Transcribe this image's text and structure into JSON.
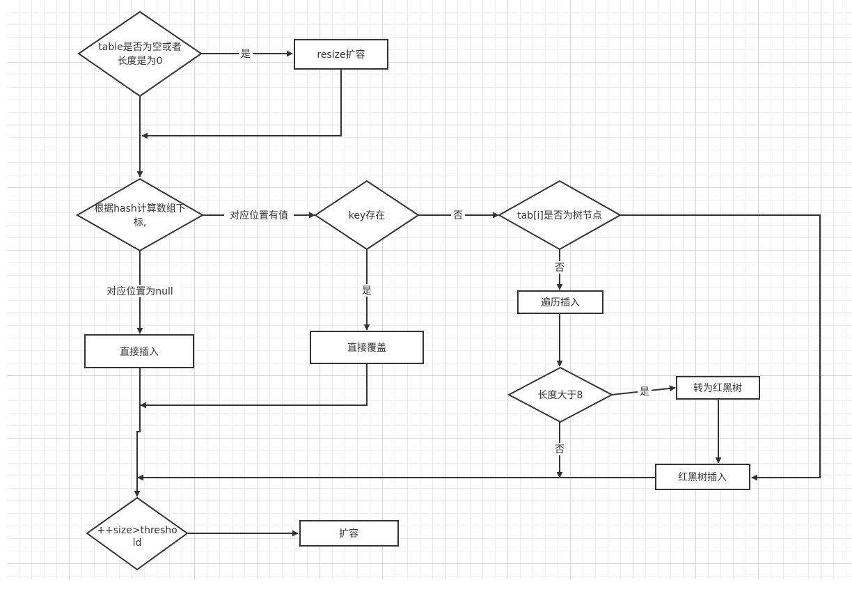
{
  "nodes": {
    "d_table_empty": {
      "lines": [
        "table是否为空或者",
        "长度是为0"
      ]
    },
    "p_resize": {
      "lines": [
        "resize扩容"
      ]
    },
    "d_hash_index": {
      "lines": [
        "根据hash计算数组下",
        "标,"
      ]
    },
    "d_key_exists": {
      "lines": [
        "key存在"
      ]
    },
    "d_is_tree_node": {
      "lines": [
        "tab[i]是否为树节点"
      ]
    },
    "p_direct_insert": {
      "lines": [
        "直接插入"
      ]
    },
    "p_direct_overwrite": {
      "lines": [
        "直接覆盖"
      ]
    },
    "p_traverse_insert": {
      "lines": [
        "遍历插入"
      ]
    },
    "d_length_gt_8": {
      "lines": [
        "长度大于8"
      ]
    },
    "p_to_rbtree": {
      "lines": [
        "转为红黑树"
      ]
    },
    "p_rbtree_insert": {
      "lines": [
        "红黑树插入"
      ]
    },
    "d_size_threshold": {
      "lines": [
        "++size>thresho",
        "ld"
      ]
    },
    "p_expand": {
      "lines": [
        "扩容"
      ]
    }
  },
  "edge_labels": {
    "yes_resize": "是",
    "has_value": "对应位置有值",
    "no_key": "否",
    "is_null": "对应位置为null",
    "yes_key": "是",
    "no_tree": "否",
    "yes_gt8": "是",
    "no_gt8": "否"
  }
}
